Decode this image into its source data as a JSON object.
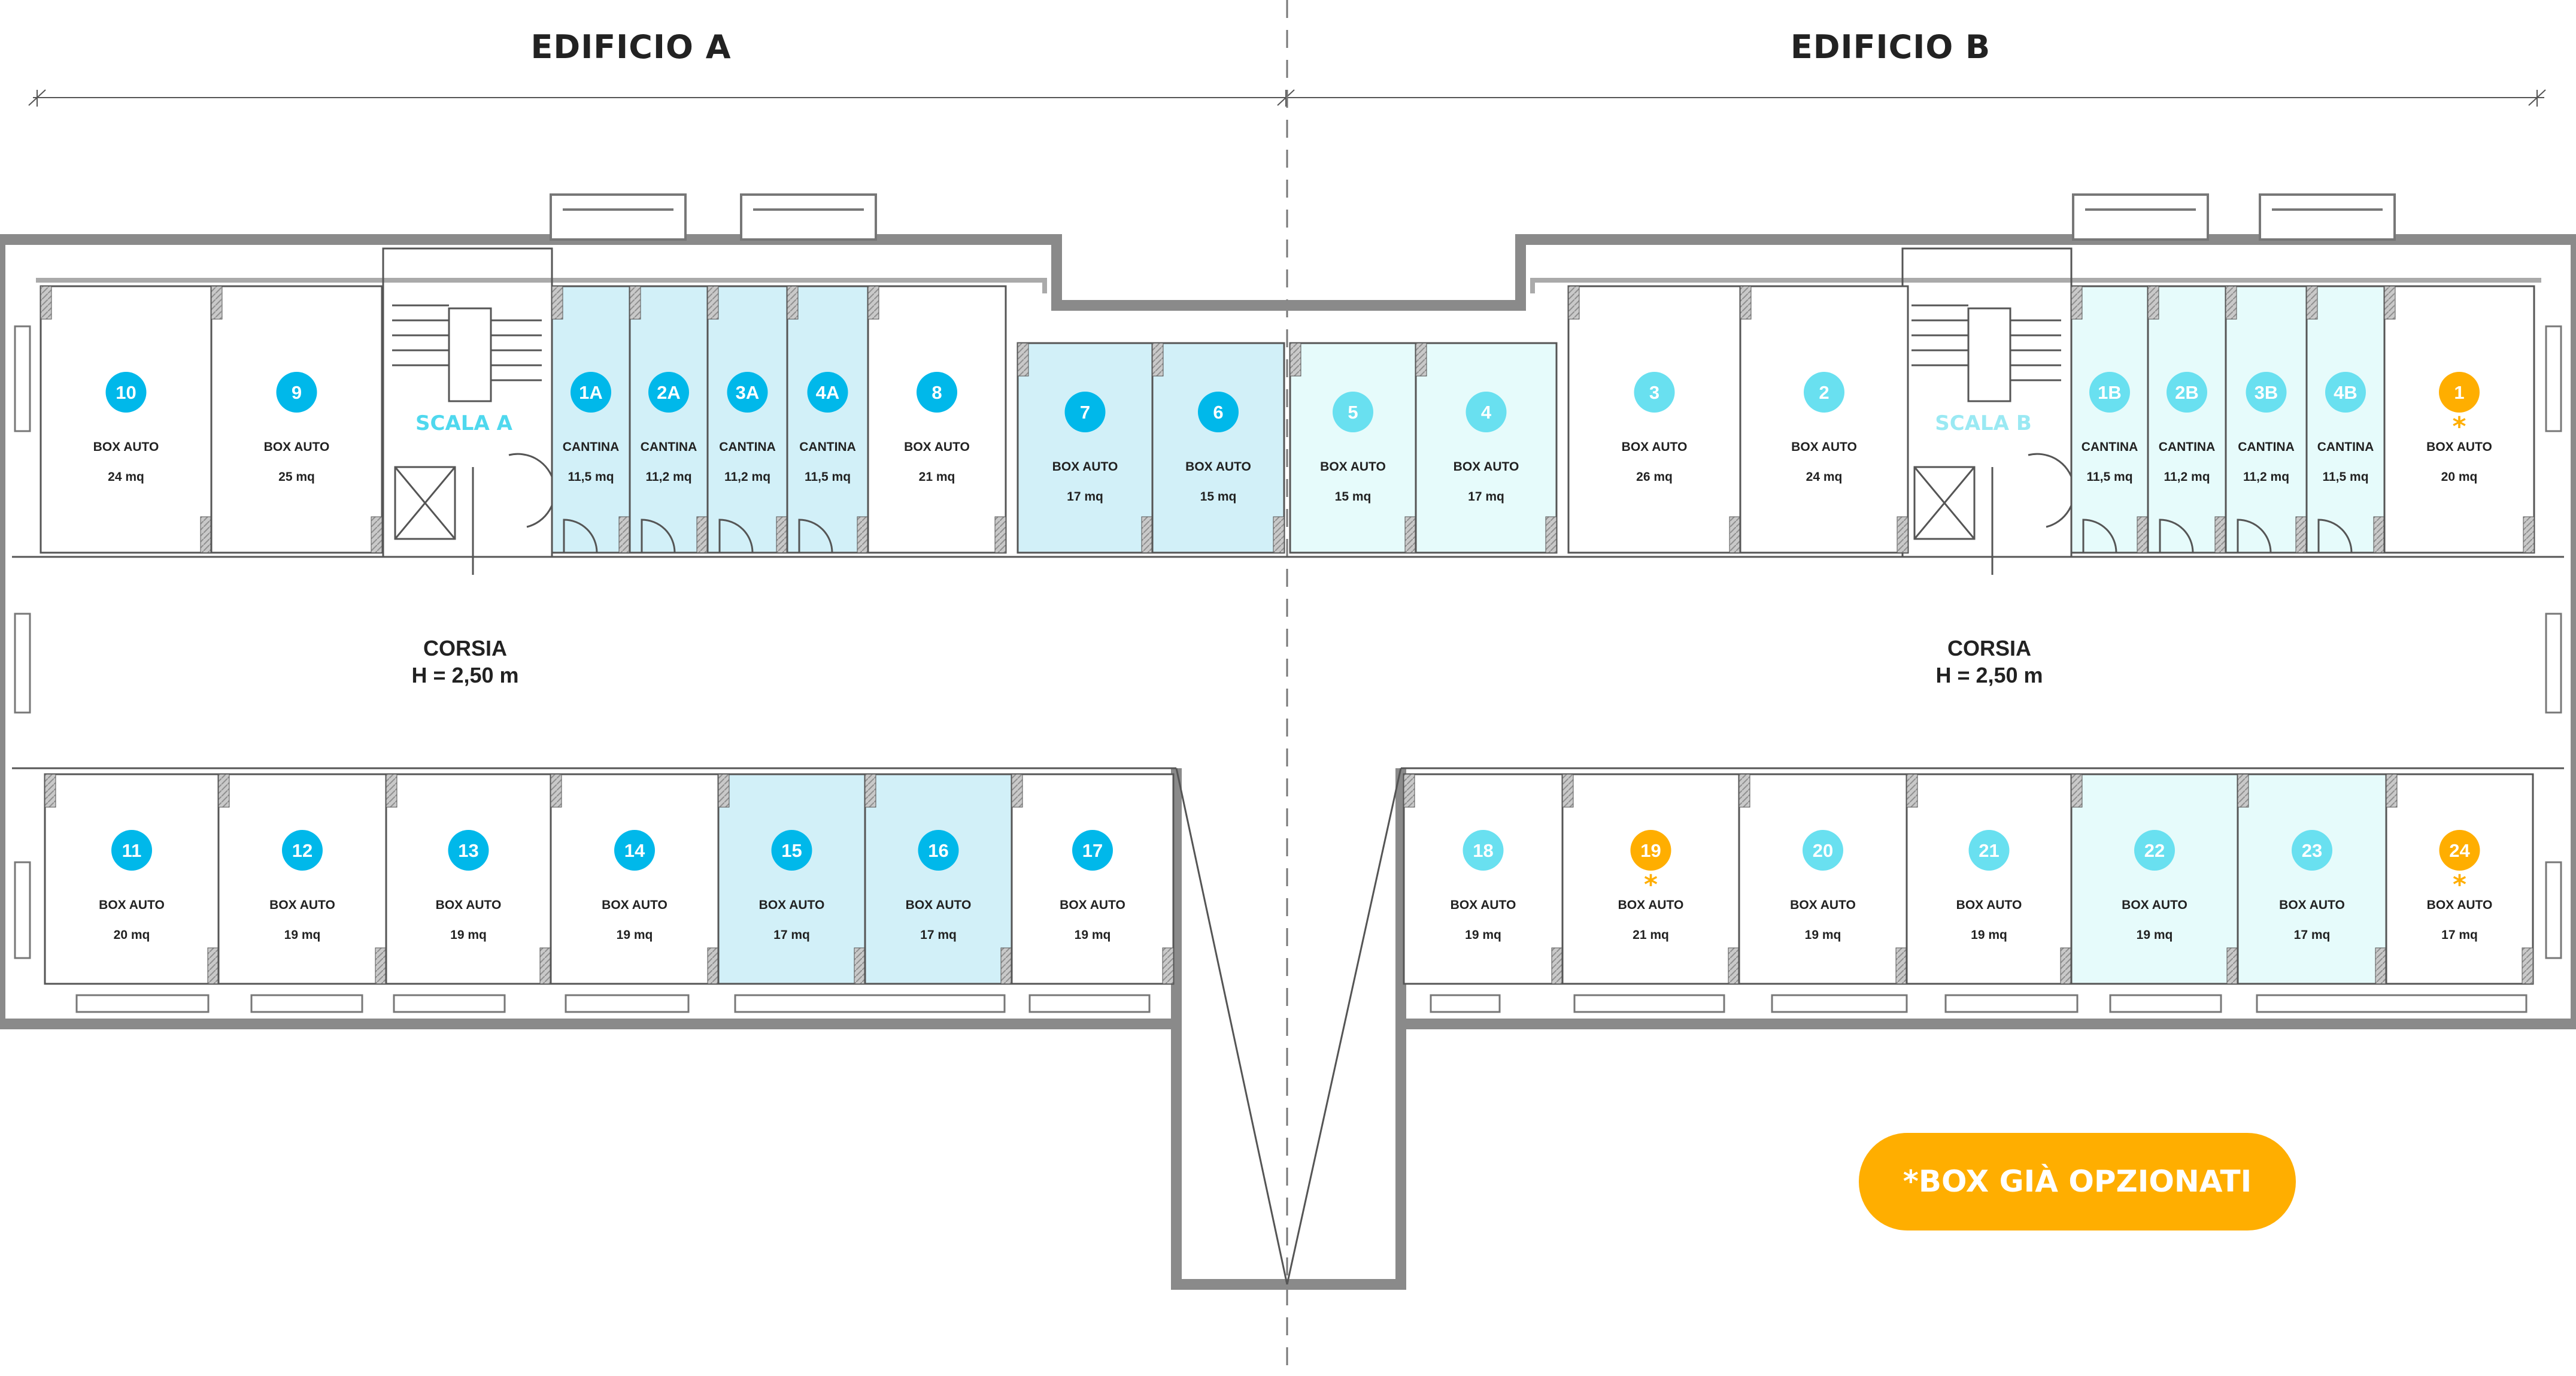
{
  "colors": {
    "wall": "#8a8a8a",
    "line": "#555555",
    "hatch": "#9a9a9a",
    "cyan": "#00b8ea",
    "cyan_light": "#69e0f0",
    "orange": "#ffae00",
    "fill_blue": "#d2f0f8",
    "fill_light": "#e6fbfb"
  },
  "headers": {
    "edificio_a": "EDIFICIO A",
    "edificio_b": "EDIFICIO B"
  },
  "corridor": {
    "a_line1": "CORSIA",
    "a_line2": "H = 2,50 m",
    "b_line1": "CORSIA",
    "b_line2": "H = 2,50 m"
  },
  "stairs": {
    "a": "SCALA A",
    "b": "SCALA B"
  },
  "legend": {
    "label": "*BOX GIÀ OPZIONATI",
    "star_icon": "asterisk-icon"
  },
  "units": [
    {
      "num": "10",
      "type": "BOX AUTO",
      "area": "24 mq",
      "status": "available"
    },
    {
      "num": "9",
      "type": "BOX AUTO",
      "area": "25 mq",
      "status": "available"
    },
    {
      "num": "1A",
      "type": "CANTINA",
      "area": "11,5 mq",
      "status": "available"
    },
    {
      "num": "2A",
      "type": "CANTINA",
      "area": "11,2 mq",
      "status": "available"
    },
    {
      "num": "3A",
      "type": "CANTINA",
      "area": "11,2 mq",
      "status": "available"
    },
    {
      "num": "4A",
      "type": "CANTINA",
      "area": "11,5 mq",
      "status": "available"
    },
    {
      "num": "8",
      "type": "BOX AUTO",
      "area": "21 mq",
      "status": "available"
    },
    {
      "num": "7",
      "type": "BOX AUTO",
      "area": "17 mq",
      "status": "available"
    },
    {
      "num": "6",
      "type": "BOX AUTO",
      "area": "15 mq",
      "status": "available"
    },
    {
      "num": "5",
      "type": "BOX AUTO",
      "area": "15 mq",
      "status": "available"
    },
    {
      "num": "4",
      "type": "BOX AUTO",
      "area": "17 mq",
      "status": "available"
    },
    {
      "num": "3",
      "type": "BOX AUTO",
      "area": "26 mq",
      "status": "available"
    },
    {
      "num": "2",
      "type": "BOX AUTO",
      "area": "24 mq",
      "status": "available"
    },
    {
      "num": "1B",
      "type": "CANTINA",
      "area": "11,5 mq",
      "status": "available"
    },
    {
      "num": "2B",
      "type": "CANTINA",
      "area": "11,2 mq",
      "status": "available"
    },
    {
      "num": "3B",
      "type": "CANTINA",
      "area": "11,2 mq",
      "status": "available"
    },
    {
      "num": "4B",
      "type": "CANTINA",
      "area": "11,5 mq",
      "status": "available"
    },
    {
      "num": "1",
      "type": "BOX AUTO",
      "area": "20 mq",
      "status": "optioned"
    },
    {
      "num": "11",
      "type": "BOX AUTO",
      "area": "20 mq",
      "status": "available"
    },
    {
      "num": "12",
      "type": "BOX AUTO",
      "area": "19 mq",
      "status": "available"
    },
    {
      "num": "13",
      "type": "BOX AUTO",
      "area": "19 mq",
      "status": "available"
    },
    {
      "num": "14",
      "type": "BOX AUTO",
      "area": "19 mq",
      "status": "available"
    },
    {
      "num": "15",
      "type": "BOX AUTO",
      "area": "17 mq",
      "status": "available"
    },
    {
      "num": "16",
      "type": "BOX AUTO",
      "area": "17 mq",
      "status": "available"
    },
    {
      "num": "17",
      "type": "BOX AUTO",
      "area": "19 mq",
      "status": "available"
    },
    {
      "num": "18",
      "type": "BOX AUTO",
      "area": "19 mq",
      "status": "available"
    },
    {
      "num": "19",
      "type": "BOX AUTO",
      "area": "21 mq",
      "status": "optioned"
    },
    {
      "num": "20",
      "type": "BOX AUTO",
      "area": "19 mq",
      "status": "available"
    },
    {
      "num": "21",
      "type": "BOX AUTO",
      "area": "19 mq",
      "status": "available"
    },
    {
      "num": "22",
      "type": "BOX AUTO",
      "area": "19 mq",
      "status": "available"
    },
    {
      "num": "23",
      "type": "BOX AUTO",
      "area": "17 mq",
      "status": "available"
    },
    {
      "num": "24",
      "type": "BOX AUTO",
      "area": "17 mq",
      "status": "optioned"
    }
  ]
}
